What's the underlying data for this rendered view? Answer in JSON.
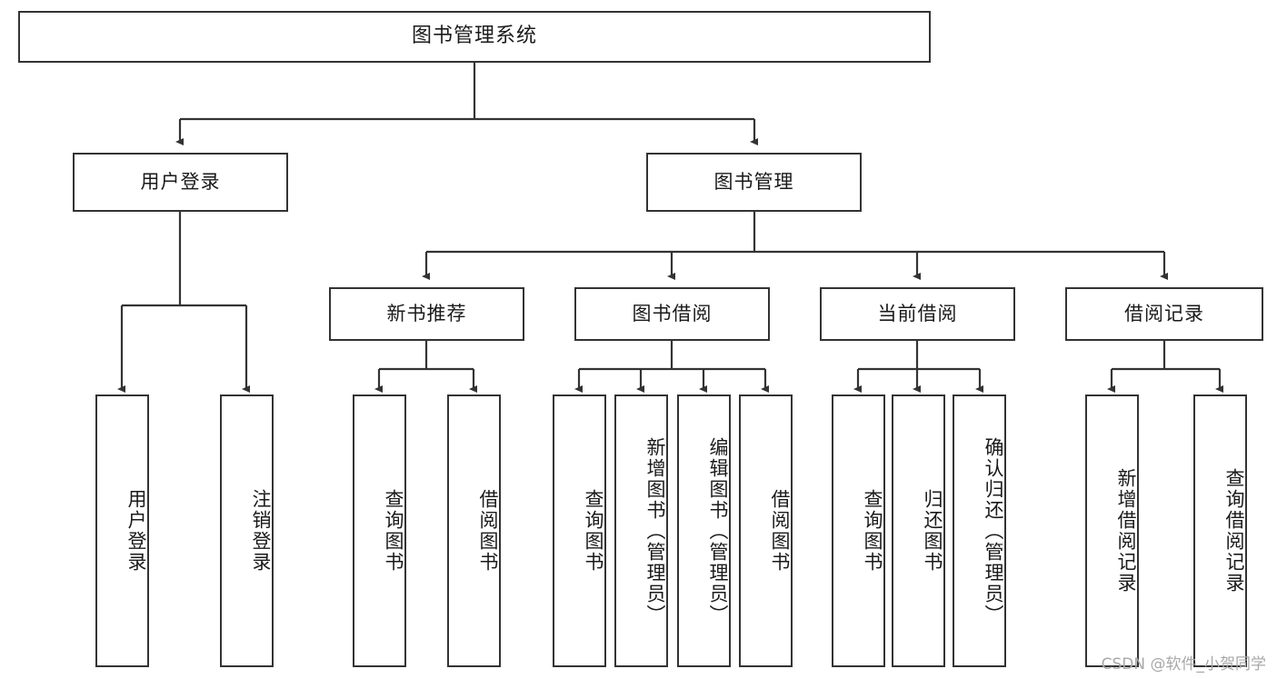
{
  "diagram": {
    "type": "tree-hierarchy",
    "title": "图书管理系统",
    "root": {
      "label": "图书管理系统",
      "children": [
        {
          "label": "用户登录",
          "children": [
            {
              "label": "用户登录"
            },
            {
              "label": "注销登录"
            }
          ]
        },
        {
          "label": "图书管理",
          "children": [
            {
              "label": "新书推荐",
              "children": [
                {
                  "label": "查询图书"
                },
                {
                  "label": "借阅图书"
                }
              ]
            },
            {
              "label": "图书借阅",
              "children": [
                {
                  "label": "查询图书"
                },
                {
                  "label": "新增图书（管理员）"
                },
                {
                  "label": "编辑图书（管理员）"
                },
                {
                  "label": "借阅图书"
                }
              ]
            },
            {
              "label": "当前借阅",
              "children": [
                {
                  "label": "查询图书"
                },
                {
                  "label": "归还图书"
                },
                {
                  "label": "确认归还（管理员）"
                }
              ]
            },
            {
              "label": "借阅记录",
              "children": [
                {
                  "label": "新增借阅记录"
                },
                {
                  "label": "查询借阅记录"
                }
              ]
            }
          ]
        }
      ]
    }
  },
  "nodes": {
    "root": "图书管理系统",
    "user_login": "用户登录",
    "book_manage": "图书管理",
    "new_book_rec": "新书推荐",
    "book_borrow": "图书借阅",
    "current_borrow": "当前借阅",
    "borrow_record": "借阅记录",
    "leaf_user_login": "用户登录",
    "leaf_logout": "注销登录",
    "leaf_rec_query": "查询图书",
    "leaf_rec_borrow": "借阅图书",
    "leaf_bb_query": "查询图书",
    "leaf_bb_add": "新增图书（管理员）",
    "leaf_bb_edit": "编辑图书（管理员）",
    "leaf_bb_borrow": "借阅图书",
    "leaf_cb_query": "查询图书",
    "leaf_cb_return": "归还图书",
    "leaf_cb_confirm": "确认归还（管理员）",
    "leaf_br_add": "新增借阅记录",
    "leaf_br_query": "查询借阅记录"
  },
  "watermark": "CSDN @软件_小贺同学",
  "colors": {
    "border": "#333333",
    "background": "#ffffff",
    "text": "#1a1a1a",
    "watermark": "#a8a8a8"
  }
}
